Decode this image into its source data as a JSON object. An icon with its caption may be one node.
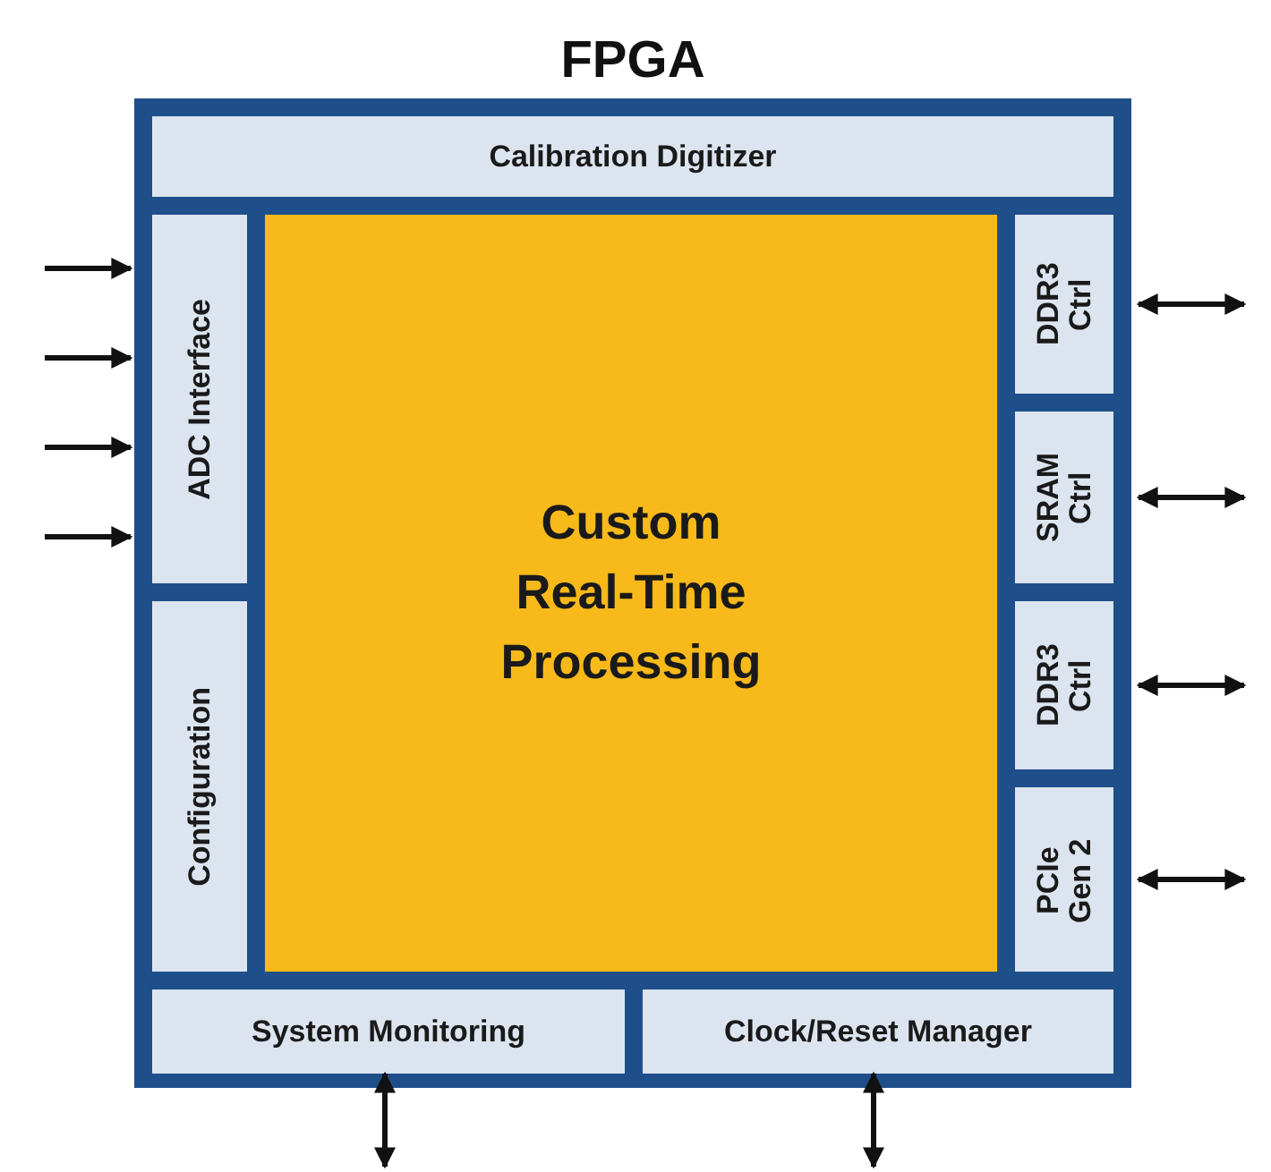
{
  "diagram": {
    "nodes": [
      {
        "text": [
          "FPGA"
        ]
      },
      {
        "text": [
          "Calibration Digitizer"
        ],
        "in": 0
      },
      {
        "text": [
          "ADC Interface"
        ],
        "in": 0
      },
      {
        "text": [
          "Custom Real-Time Processing"
        ],
        "in": 0
      },
      {
        "text": [
          "DDR3 Ctrl"
        ],
        "in": 0
      },
      {
        "text": [
          "SRAM Ctrl"
        ],
        "in": 0
      },
      {
        "text": [
          "DDR3 Ctrl"
        ],
        "in": 0
      },
      {
        "text": [
          "PCIe Gen 2"
        ],
        "in": 0
      },
      {
        "text": [
          "Configuration"
        ],
        "in": 0
      },
      {
        "text": [
          "System Monitoring"
        ],
        "in": 0
      },
      {
        "text": [
          "Clock/Reset Manager"
        ],
        "in": 0
      }
    ],
    "edges": [
      {
        "from": null,
        "to": 2,
        "arrow": "to"
      },
      {
        "from": null,
        "to": 2,
        "arrow": "to"
      },
      {
        "from": null,
        "to": 2,
        "arrow": "to"
      },
      {
        "from": null,
        "to": 2,
        "arrow": "to"
      },
      {
        "from": 4,
        "to": null,
        "arrow": "both"
      },
      {
        "from": 5,
        "to": null,
        "arrow": "both"
      },
      {
        "from": 6,
        "to": null,
        "arrow": "both"
      },
      {
        "from": 7,
        "to": null,
        "arrow": "both"
      },
      {
        "from": 9,
        "to": null,
        "arrow": "both"
      },
      {
        "from": 10,
        "to": null,
        "arrow": "both"
      }
    ]
  }
}
